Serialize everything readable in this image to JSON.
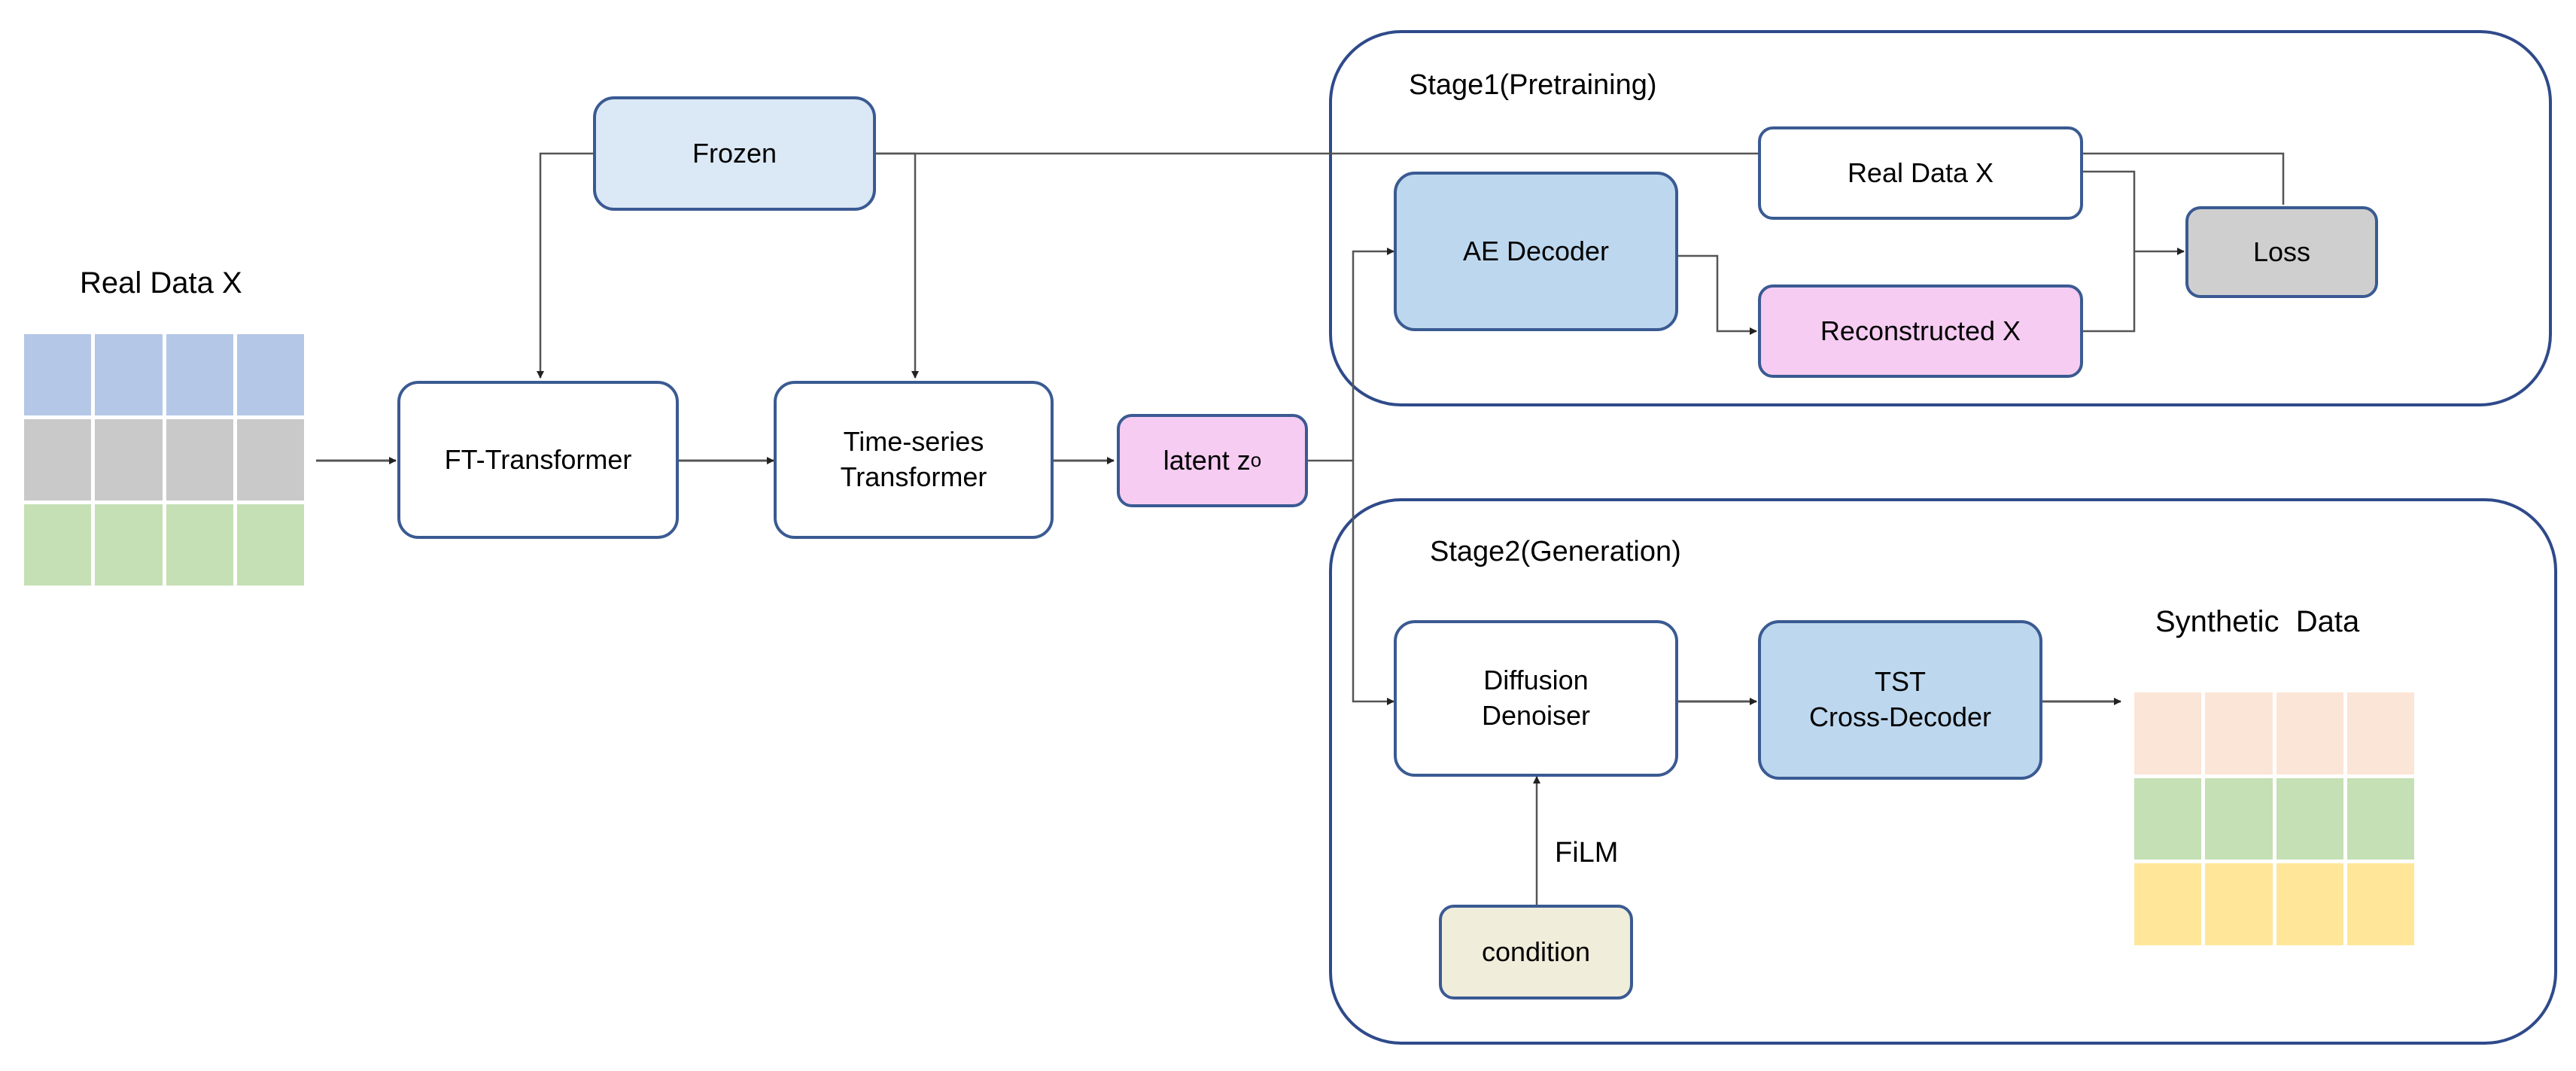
{
  "input": {
    "title": "Real Data X",
    "row_colors": [
      "#b4c7e7",
      "#c9c9c9",
      "#c5e0b4"
    ]
  },
  "output": {
    "title": "Synthetic  Data",
    "row_colors": [
      "#fbe5d6",
      "#c5e0b4",
      "#ffe699"
    ]
  },
  "nodes": {
    "frozen": "Frozen",
    "ft_transformer": "FT-Transformer",
    "ts_transformer": "Time-series\nTransformer",
    "latent_prefix": "latent z",
    "latent_sub": "o",
    "ae_decoder": "AE Decoder",
    "real_data_x": "Real Data X",
    "reconstructed_x": "Reconstructed X",
    "loss": "Loss",
    "diffusion_denoiser": "Diffusion\nDenoiser",
    "tst_cross_decoder": "TST\nCross-Decoder",
    "condition": "condition"
  },
  "stages": {
    "stage1": "Stage1(Pretraining)",
    "stage2": "Stage2(Generation)"
  },
  "edge_labels": {
    "film": "FiLM"
  },
  "colors": {
    "border": "#3a5a92",
    "stage_border": "#2f4a8a",
    "arrow": "#333333",
    "frozen_fill": "#dbe8f5",
    "blue_fill": "#bdd7ee",
    "pink_fill": "#f6ccf2",
    "loss_fill": "#cfcfcf",
    "condition_fill": "#f0edda"
  }
}
